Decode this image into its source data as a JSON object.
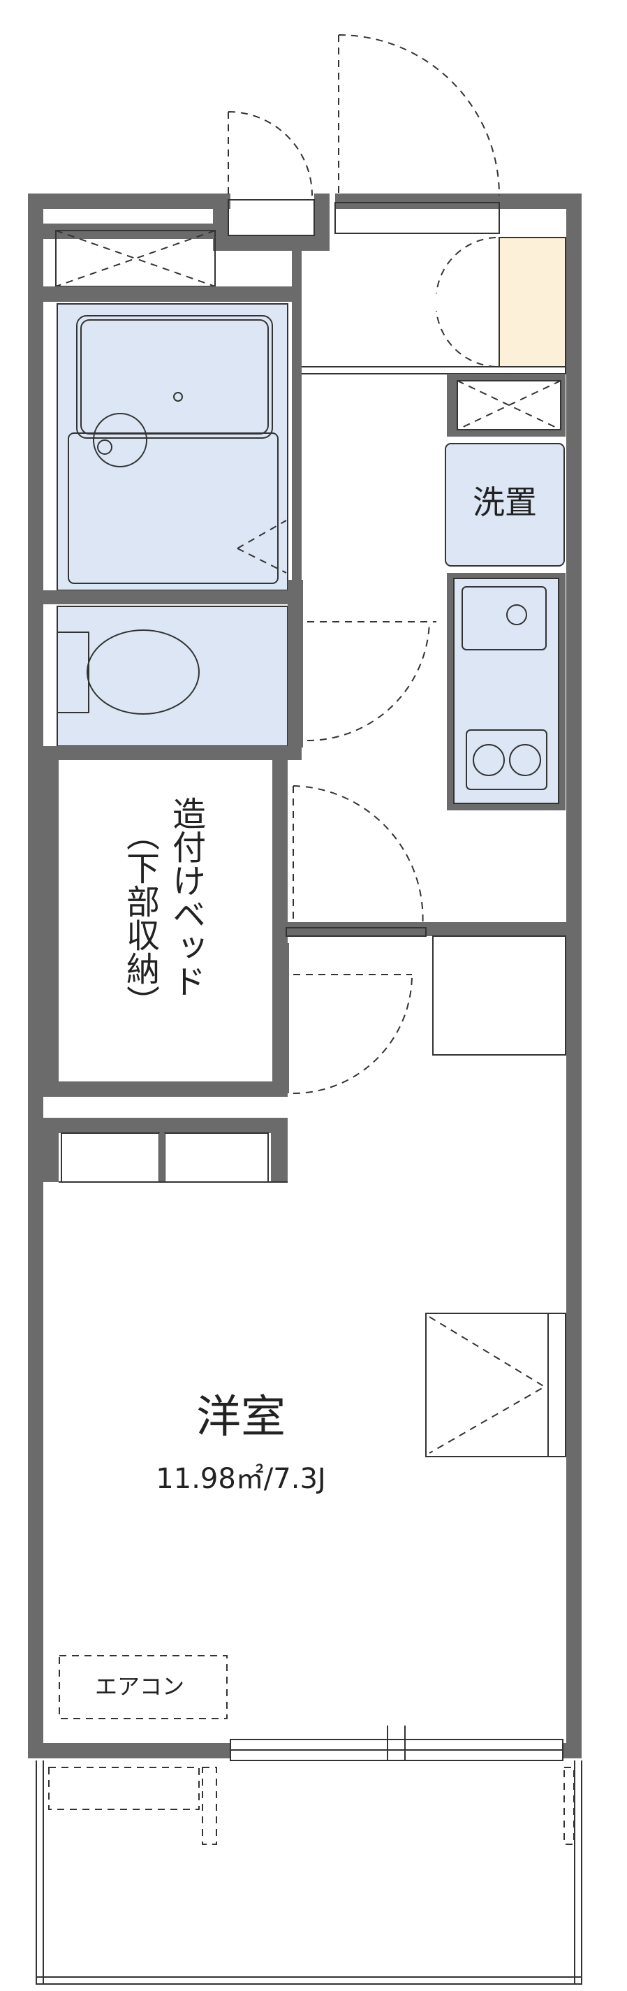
{
  "labels": {
    "washer": "洗置",
    "bed_line1": "造付けベッド",
    "bed_line2": "（下部収納）",
    "room_name": "洋室",
    "room_area": "11.98㎡/7.3J",
    "aircon": "エアコン"
  },
  "colors": {
    "wall": "#6b6b6b",
    "fixture_fill": "#dde6f5",
    "line": "#333333",
    "shoebox": "#fdf0d8"
  }
}
